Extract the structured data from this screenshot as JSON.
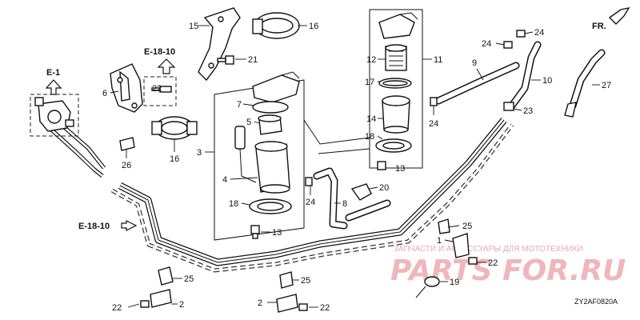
{
  "diagram": {
    "refs": {
      "e1": "E-1",
      "e1810_top": "E-18-10",
      "e1810_bottom": "E-18-10",
      "fr": "FR."
    },
    "part_numbers": {
      "p15": "15",
      "p16a": "16",
      "p21": "21",
      "p22a": "22",
      "p6": "6",
      "p26": "26",
      "p16b": "16",
      "p7": "7",
      "p5": "5",
      "p3": "3",
      "p4": "4",
      "p18a": "18",
      "p13a": "13",
      "p24a": "24",
      "p11": "11",
      "p12": "12",
      "p17": "17",
      "p14": "14",
      "p18b": "18",
      "p13b": "13",
      "p24b": "24",
      "p24c": "24",
      "p24d": "24",
      "p9": "9",
      "p10": "10",
      "p23": "23",
      "p27": "27",
      "p20": "20",
      "p8": "8",
      "p25a": "25",
      "p1": "1",
      "p22b": "22",
      "p19": "19",
      "p25b": "25",
      "p2a": "2",
      "p22c": "22",
      "p25c": "25",
      "p2b": "2",
      "p22d": "22"
    },
    "diagram_code": "ZY2AF0820A"
  },
  "watermark": {
    "caption": "ЗАПЧАСТИ И АКСЕССУАРЫ ДЛЯ МОТОТЕХНИКИ",
    "logo_text": "PARTS FOR.RU"
  },
  "colors": {
    "line": "#111111",
    "background": "#ffffff",
    "watermark": "#e9a9ae"
  }
}
